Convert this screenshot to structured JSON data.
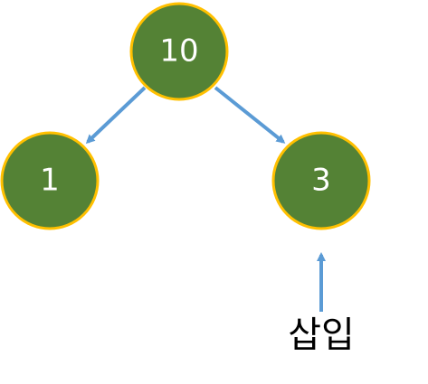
{
  "diagram": {
    "nodes": {
      "root": {
        "label": "10"
      },
      "left": {
        "label": "1"
      },
      "right": {
        "label": "3"
      }
    },
    "insert_label": "삽입"
  },
  "colors": {
    "node_fill": "#548235",
    "node_border": "#FFC000",
    "arrow": "#5B9BD5",
    "node_text": "#FFFFFF",
    "label_text": "#000000"
  }
}
